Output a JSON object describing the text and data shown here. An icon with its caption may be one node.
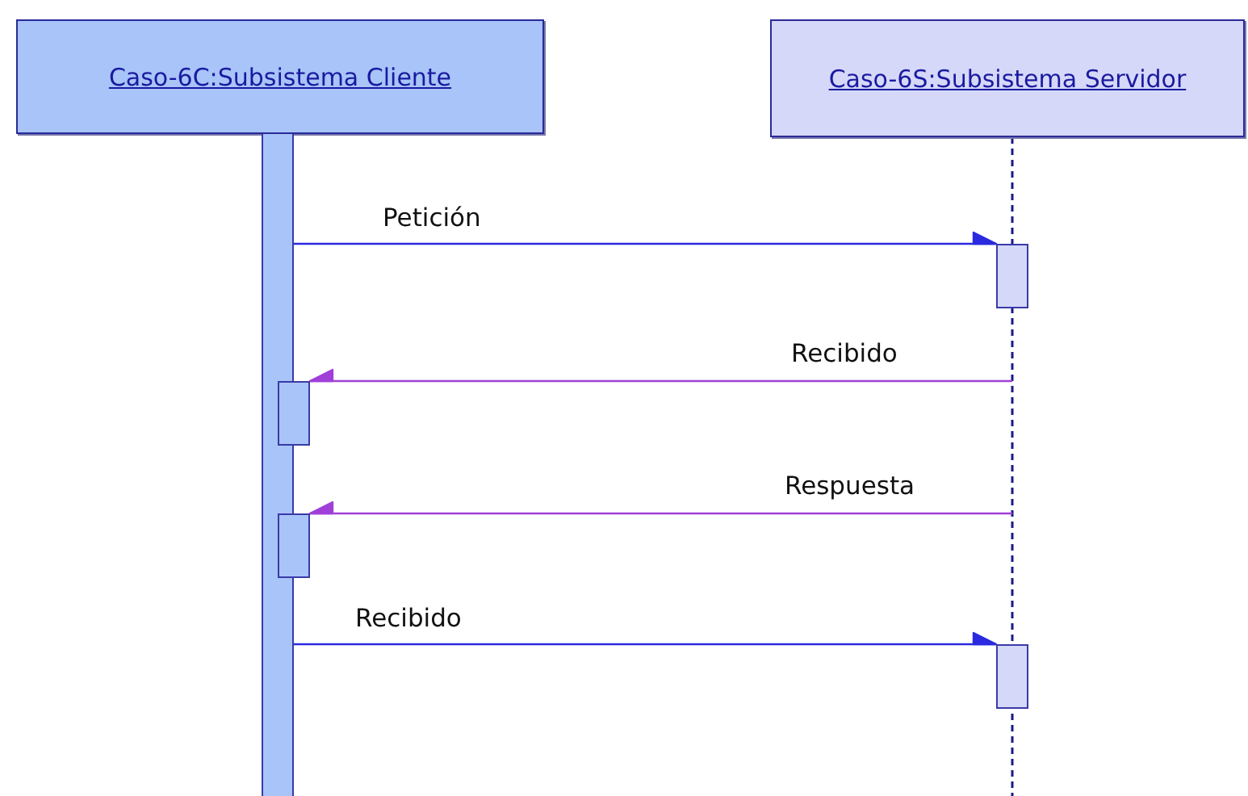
{
  "diagram": {
    "nodes": [
      {
        "text": [
          "Caso-6C:Subsistema Cliente"
        ]
      },
      {
        "text": [
          "Caso-6S:Subsistema Servidor"
        ]
      },
      {
        "text": [],
        "shape": "bar"
      },
      {
        "text": [],
        "shape": "box"
      },
      {
        "text": [],
        "shape": "box"
      },
      {
        "text": [],
        "shape": "box"
      },
      {
        "text": [],
        "shape": "box"
      }
    ],
    "edges": [
      {
        "from": 2,
        "to": 3,
        "arrow": "to",
        "label": "Petición"
      },
      {
        "from": null,
        "to": 4,
        "arrow": "to",
        "label": "Recibido",
        "color": "#a040d8"
      },
      {
        "from": null,
        "to": 5,
        "arrow": "to",
        "label": "Respuesta",
        "color": "#a040d8"
      },
      {
        "from": 2,
        "to": 6,
        "arrow": "to",
        "label": "Recibido"
      }
    ]
  }
}
